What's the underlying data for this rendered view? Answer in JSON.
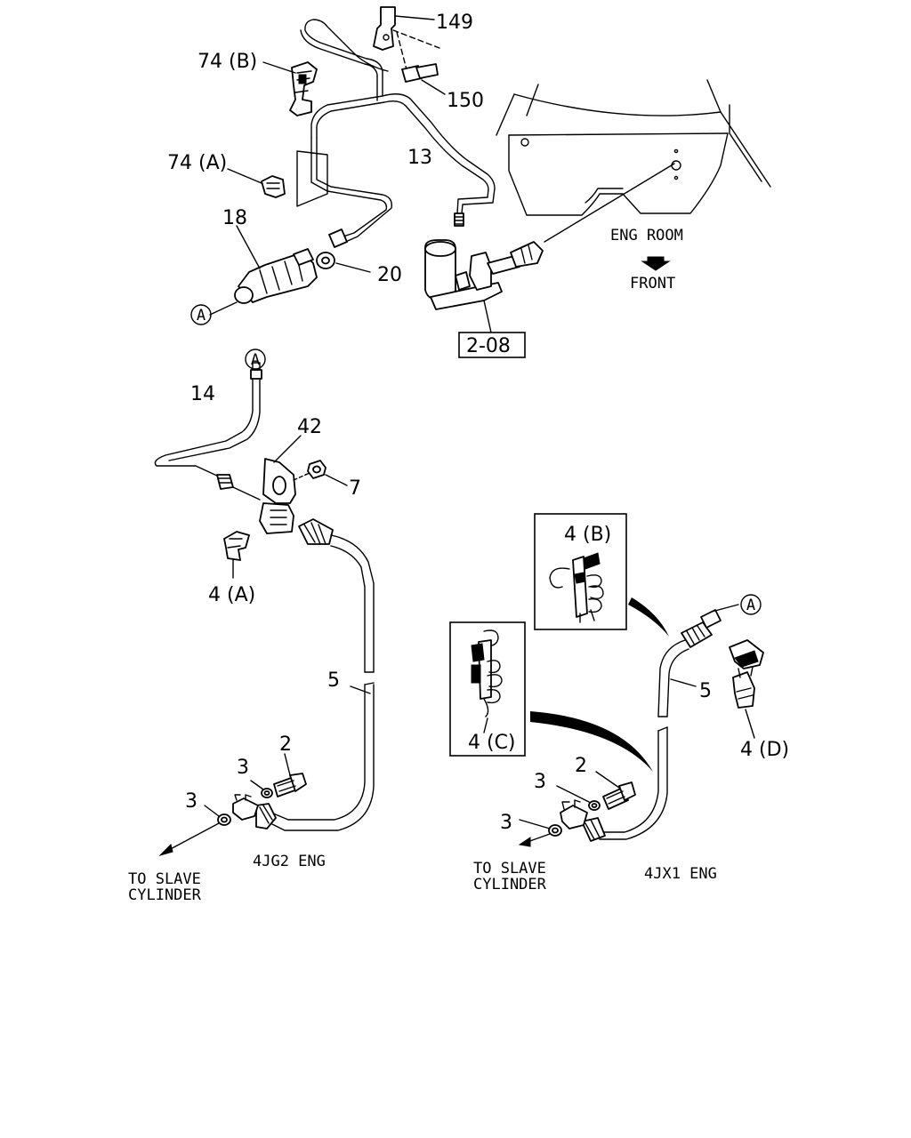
{
  "labels": {
    "p149": "149",
    "p74b": "74 (B)",
    "p150": "150",
    "p13": "13",
    "p74a": "74 (A)",
    "p18": "18",
    "p20": "20",
    "p208": "2-08",
    "pA1": "A",
    "pA2": "A",
    "pA3": "A",
    "p14": "14",
    "p42": "42",
    "p7": "7",
    "p4a": "4 (A)",
    "p5left": "5",
    "p2left": "2",
    "p3left_upper": "3",
    "p3left_lower": "3",
    "p4b": "4 (B)",
    "p4c": "4 (C)",
    "p5right": "5",
    "p4d": "4 (D)",
    "p2right": "2",
    "p3right_upper": "3",
    "p3right_lower": "3"
  },
  "captions": {
    "eng_room": "ENG ROOM",
    "front": "FRONT",
    "to_slave_left_1": "TO SLAVE",
    "to_slave_left_2": "CYLINDER",
    "engine_left": "4JG2 ENG",
    "to_slave_right_1": "TO SLAVE",
    "to_slave_right_2": "CYLINDER",
    "engine_right": "4JX1 ENG"
  }
}
